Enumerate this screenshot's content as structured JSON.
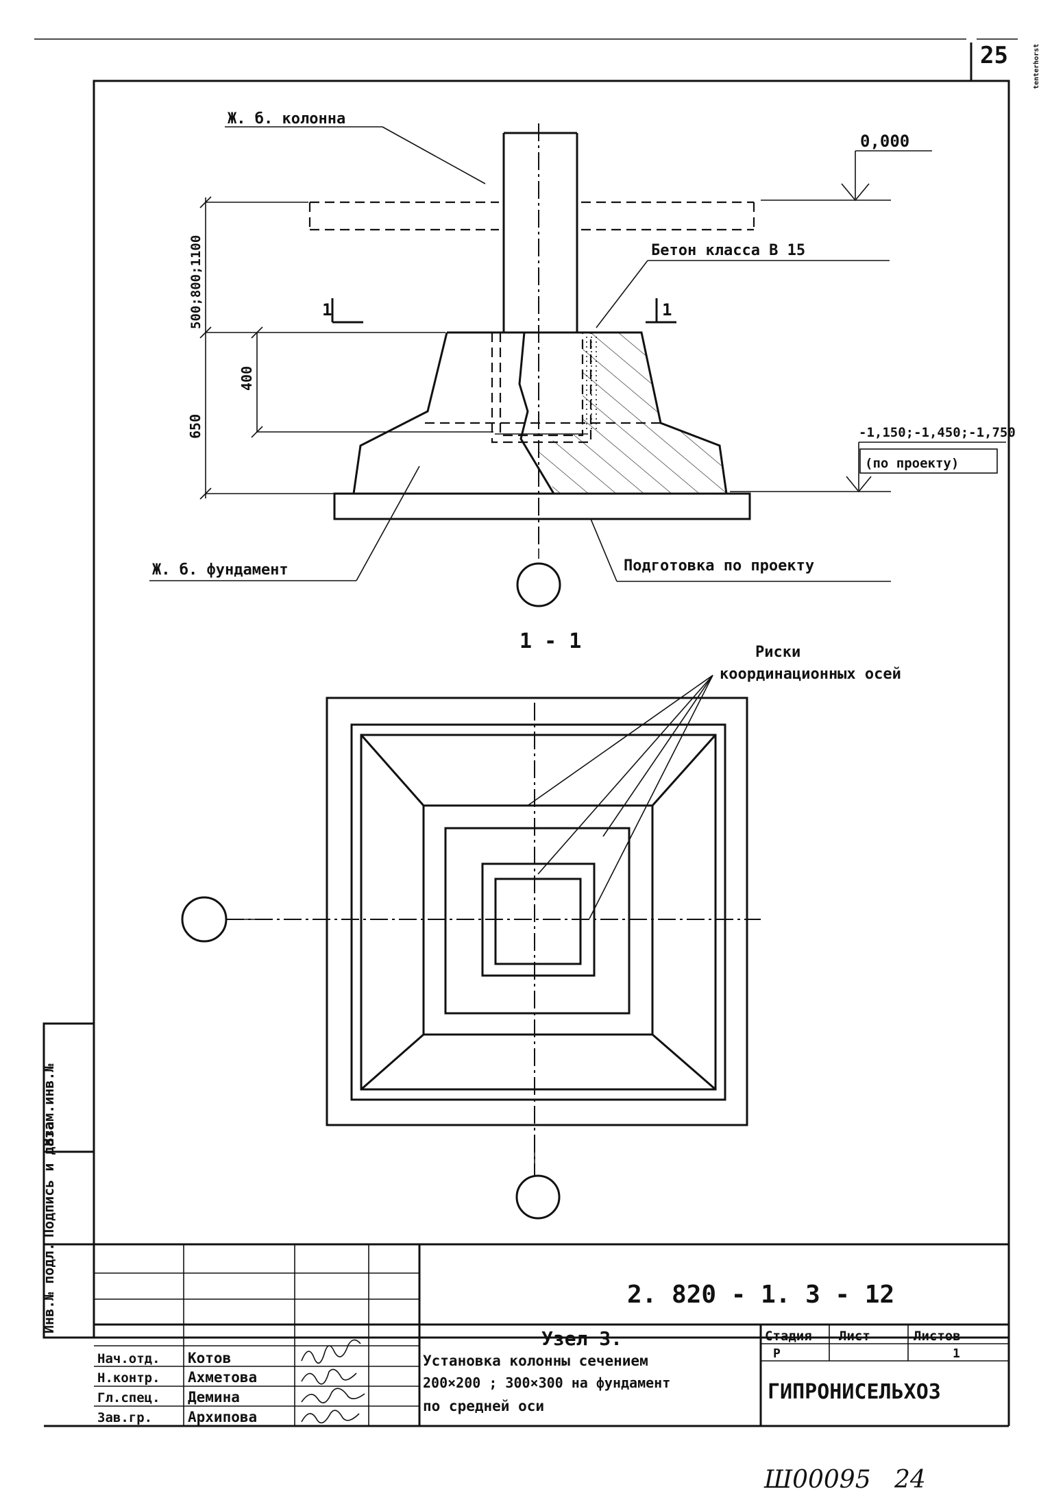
{
  "sheet": {
    "corner_page_number": "25",
    "corner_stamp": "tenterhorst",
    "bottom_code": "Ш00095",
    "bottom_page": "24"
  },
  "section": {
    "column_label": "Ж. б. колонна",
    "level_top": "0,000",
    "concrete_label": "Бетон класса В 15",
    "dim_outer": "500;800;1100",
    "dim_650": "650",
    "dim_400": "400",
    "cut_mark_left": "1",
    "cut_mark_right": "1",
    "level_bottom": "-1,150;-1,450;-1,750",
    "level_bottom_note": "(по проекту)",
    "foundation_label": "Ж. б. фундамент",
    "prep_label": "Подготовка по проекту",
    "section_title": "1 - 1"
  },
  "plan": {
    "marks_label_line1": "Риски",
    "marks_label_line2": "координационных осей"
  },
  "side_stamp": {
    "inv_orig": "Инв.№ подл.",
    "sign_date": "Подпись и дата",
    "inv_repl": "Взам.инв.№"
  },
  "title_block": {
    "doc_code": "2. 820 - 1. 3 - 12",
    "node_title": "Узел 3.",
    "desc_line1": "Установка колонны сечением",
    "desc_line2": "200×200 ; 300×300 на фундамент",
    "desc_line3": "по средней оси",
    "col_stage": "Стадия",
    "col_sheet": "Лист",
    "col_sheets": "Листов",
    "stage_value": "Р",
    "sheets_value": "1",
    "organization": "ГИПРОНИСЕЛЬХОЗ",
    "roles": [
      {
        "role": "Нач.отд.",
        "name": "Котов"
      },
      {
        "role": "Н.контр.",
        "name": "Ахметова"
      },
      {
        "role": "Гл.спец.",
        "name": "Демина"
      },
      {
        "role": "Зав.гр.",
        "name": "Архипова"
      }
    ]
  }
}
